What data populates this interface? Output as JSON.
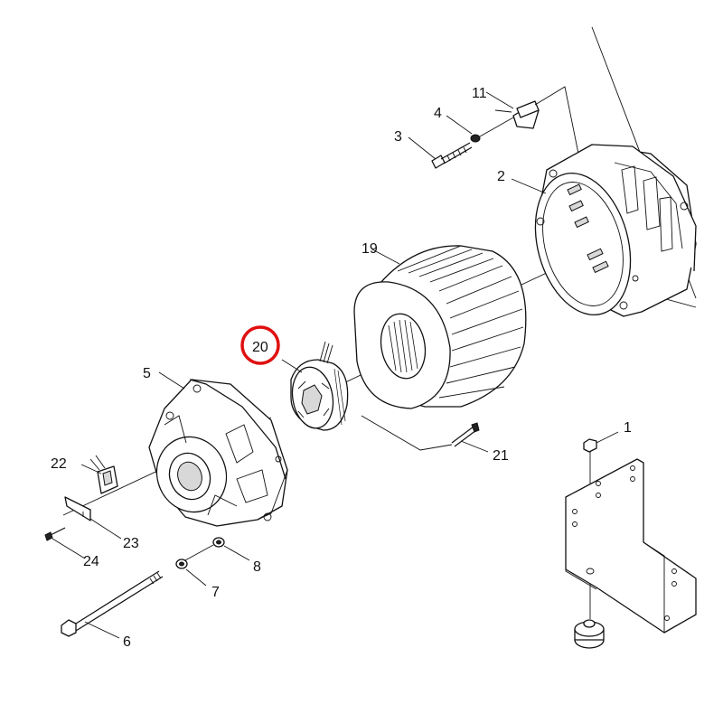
{
  "labels": {
    "p1": "1",
    "p2": "2",
    "p3": "3",
    "p4": "4",
    "p5": "5",
    "p6": "6",
    "p7": "7",
    "p8": "8",
    "p11": "11",
    "p19": "19",
    "p20": "20",
    "p21": "21",
    "p22": "22",
    "p23": "23",
    "p24": "24"
  },
  "highlight": {
    "part": "20",
    "color": "#e01010"
  }
}
